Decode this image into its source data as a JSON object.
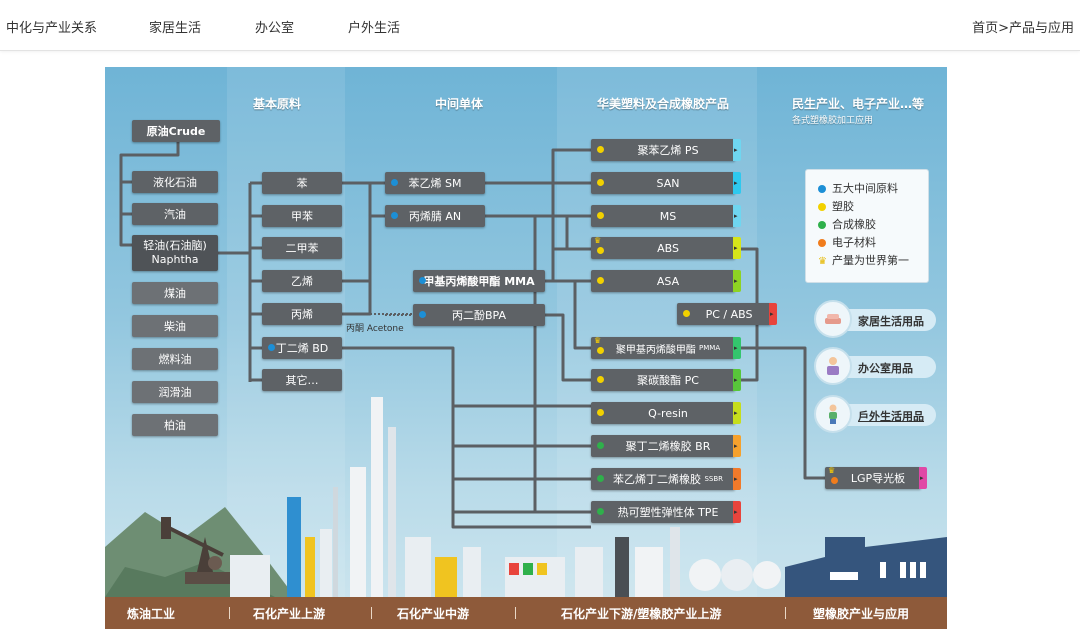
{
  "nav": {
    "items": [
      "中化与产业关系",
      "家居生活",
      "办公室",
      "户外生活"
    ],
    "breadcrumb": {
      "home": "首页",
      "sep": ">",
      "current": "产品与应用"
    }
  },
  "diagram": {
    "columns": {
      "raw": "基本原料",
      "mid": "中间单体",
      "products": "华美塑料及合成橡胶产品",
      "apps": "民生产业、电子产业…等",
      "apps_sub": "各式塑橡胶加工应用"
    },
    "crude": "原油Crude",
    "refinery": [
      "液化石油",
      "汽油",
      "轻油(石油脑)",
      "Naphtha",
      "煤油",
      "柴油",
      "燃料油",
      "润滑油",
      "柏油"
    ],
    "basic": [
      "苯",
      "甲苯",
      "二甲苯",
      "乙烯",
      "丙烯",
      "丁二烯 BD",
      "其它…"
    ],
    "acetone": "丙酮 Acetone",
    "intermediates": [
      "苯乙烯 SM",
      "丙烯腈 AN",
      "甲基丙烯酸甲酯 MMA",
      "丙二酚BPA"
    ],
    "products": [
      {
        "label": "聚苯乙烯 PS",
        "dot": "#f2d100",
        "tab": "#6fd6f0"
      },
      {
        "label": "SAN",
        "dot": "#f2d100",
        "tab": "#2ec9ef"
      },
      {
        "label": "MS",
        "dot": "#f2d100",
        "tab": "#6fd6f0"
      },
      {
        "label": "ABS",
        "dot": "#f2d100",
        "tab": "#d6e51a",
        "crown": true
      },
      {
        "label": "ASA",
        "dot": "#f2d100",
        "tab": "#8ed323"
      },
      {
        "label": "PC / ABS",
        "dot": "#f2d100",
        "tab": "#e8443c"
      },
      {
        "label": "聚甲基丙烯酸甲酯",
        "suffix": "PMMA",
        "dot": "#f2d100",
        "tab": "#34c56d",
        "crown": true
      },
      {
        "label": "聚碳酸酯 PC",
        "dot": "#f2d100",
        "tab": "#58c63a"
      },
      {
        "label": "Q-resin",
        "dot": "#f2d100",
        "tab": "#c6de1c"
      },
      {
        "label": "聚丁二烯橡胶 BR",
        "dot": "#2fb04b",
        "tab": "#f6a12c"
      },
      {
        "label": "苯乙烯丁二烯橡胶",
        "suffix": "SSBR",
        "dot": "#2fb04b",
        "tab": "#f17a2a"
      },
      {
        "label": "热可塑性弹性体 TPE",
        "dot": "#2fb04b",
        "tab": "#e8443c"
      }
    ],
    "legend": [
      {
        "label": "五大中间原料",
        "color": "#1c8fd6"
      },
      {
        "label": "塑胶",
        "color": "#f2d100"
      },
      {
        "label": "合成橡胶",
        "color": "#2fb04b"
      },
      {
        "label": "电子材料",
        "color": "#f07c1c"
      },
      {
        "label": "产量为世界第一",
        "color": "#ffd200"
      }
    ],
    "applications": [
      "家居生活用品",
      "办公室用品",
      "戶外生活用品"
    ],
    "lgp": "LGP导光板",
    "ground": [
      "炼油工业",
      "石化产业上游",
      "石化产业中游",
      "石化产业下游/塑橡胶产业上游",
      "塑橡胶产业与应用"
    ],
    "colors": {
      "intermediate_dot": "#1c8fd6",
      "plastic_dot": "#f2d100",
      "rubber_dot": "#2fb04b",
      "electronic_dot": "#f07c1c",
      "line": "#5b5f63"
    }
  }
}
